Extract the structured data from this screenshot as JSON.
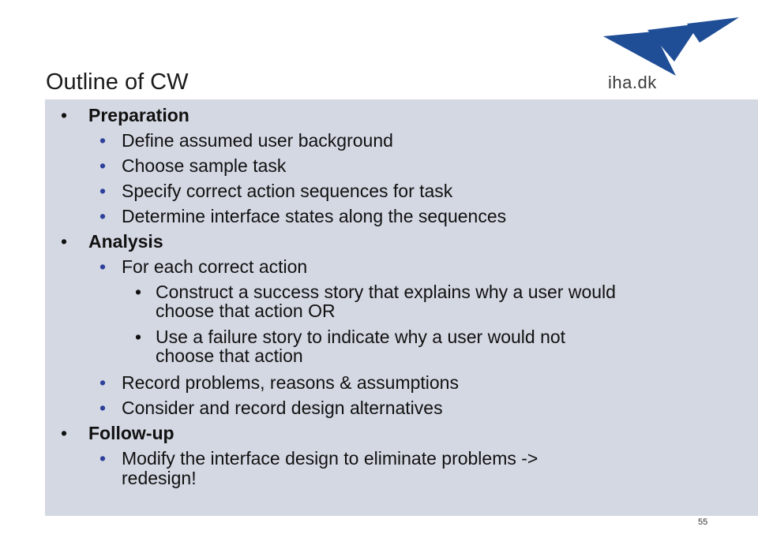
{
  "slide": {
    "title": "Outline of CW",
    "page_number": "55",
    "logo_text": "iha.dk",
    "accent_color": "#1f4e96",
    "content_background": "#d4d8e3"
  },
  "bullets": {
    "preparation": "Preparation",
    "prep_1": "Define assumed user background",
    "prep_2": "Choose sample task",
    "prep_3": "Specify correct action sequences for task",
    "prep_4": "Determine interface states along the sequences",
    "analysis": "Analysis",
    "analysis_1": "For each correct action",
    "analysis_1a_line1": "Construct a success story that explains why a user would",
    "analysis_1a_line2": "choose that action OR",
    "analysis_1b_line1": "Use a failure story to indicate why a user would not",
    "analysis_1b_line2": "choose that action",
    "analysis_2": "Record problems, reasons & assumptions",
    "analysis_3": "Consider and record design alternatives",
    "followup": "Follow-up",
    "followup_1_line1": "Modify the interface design to eliminate problems ->",
    "followup_1_line2": "redesign!"
  }
}
